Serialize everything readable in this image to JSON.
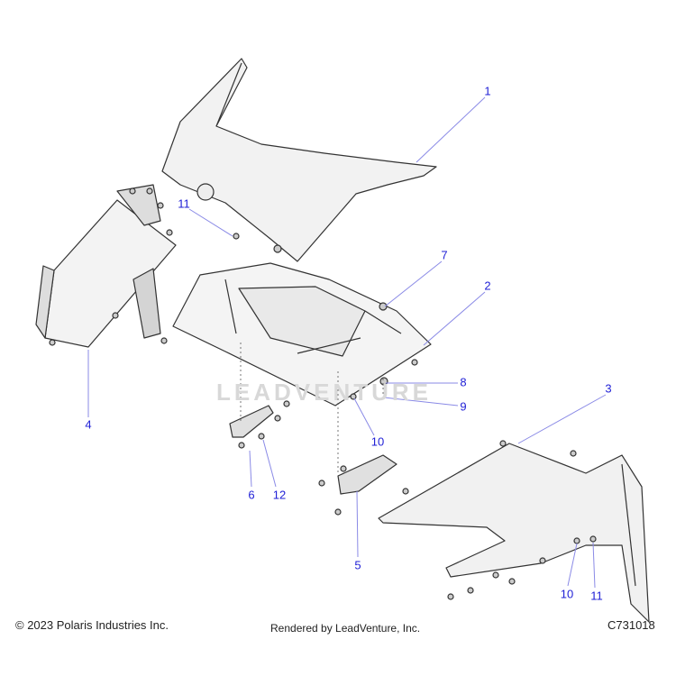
{
  "diagram": {
    "callouts": [
      {
        "id": "1",
        "label": "1"
      },
      {
        "id": "2",
        "label": "2"
      },
      {
        "id": "3",
        "label": "3"
      },
      {
        "id": "4",
        "label": "4"
      },
      {
        "id": "5",
        "label": "5"
      },
      {
        "id": "6",
        "label": "6"
      },
      {
        "id": "7",
        "label": "7"
      },
      {
        "id": "8",
        "label": "8"
      },
      {
        "id": "9",
        "label": "9"
      },
      {
        "id": "10a",
        "label": "10"
      },
      {
        "id": "10b",
        "label": "10"
      },
      {
        "id": "11a",
        "label": "11"
      },
      {
        "id": "11b",
        "label": "11"
      },
      {
        "id": "12",
        "label": "12"
      }
    ],
    "watermark": "LEADVENTURE",
    "callout_color": "#1f1fd6",
    "leader_color": "#8a8ae6"
  },
  "footer": {
    "copyright": "© 2023 Polaris Industries Inc.",
    "rendered_by": "Rendered by LeadVenture, Inc.",
    "diagram_code": "C731018"
  }
}
